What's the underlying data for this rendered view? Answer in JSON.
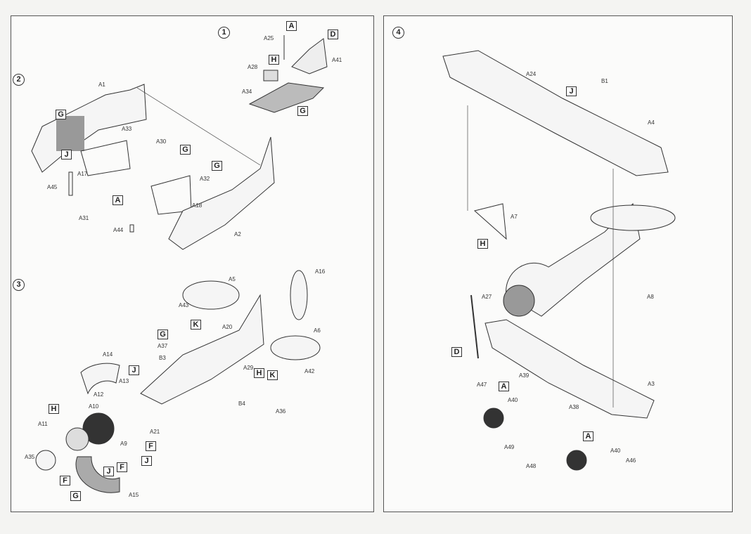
{
  "steps": [
    {
      "number": "1",
      "labels": [
        "A",
        "A25",
        "D",
        "A41",
        "H",
        "A28",
        "A34",
        "G"
      ]
    },
    {
      "number": "2",
      "labels": [
        "A1",
        "G",
        "A33",
        "A30",
        "G",
        "J",
        "A17",
        "A32",
        "G",
        "A45",
        "A",
        "A18",
        "A31",
        "A44",
        "A2"
      ]
    },
    {
      "number": "3",
      "labels": [
        "A5",
        "A16",
        "A43",
        "K",
        "A20",
        "G",
        "A37",
        "B3",
        "A6",
        "A29",
        "H",
        "K",
        "A42",
        "A14",
        "J",
        "A13",
        "A12",
        "A10",
        "B4",
        "A36",
        "H",
        "A11",
        "A21",
        "A9",
        "F",
        "J",
        "F",
        "J",
        "A35",
        "F",
        "G",
        "A15"
      ]
    },
    {
      "number": "4",
      "labels": [
        "A24",
        "B1",
        "J",
        "A4",
        "A7",
        "H",
        "A27",
        "A8",
        "D",
        "A3",
        "A39",
        "A47",
        "A",
        "A40",
        "A38",
        "A49",
        "A",
        "A40",
        "A48",
        "A46"
      ]
    }
  ]
}
